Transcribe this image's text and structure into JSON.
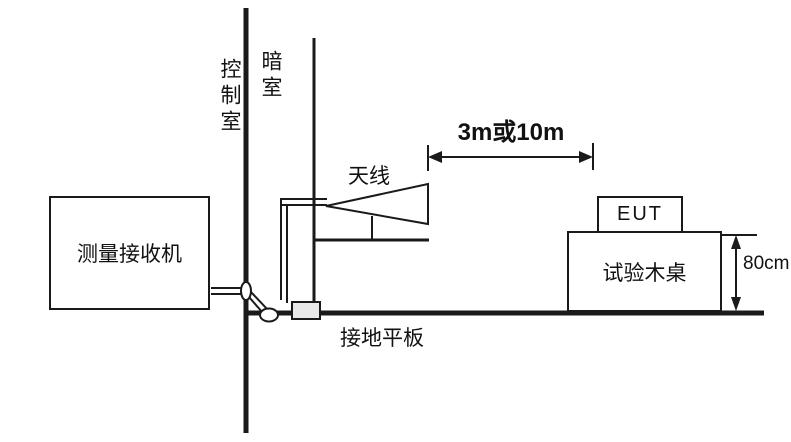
{
  "diagram": {
    "type": "EMC radiated measurement test setup schematic",
    "labels": {
      "control_room": "控制室",
      "chamber": "暗室",
      "receiver": "测量接收机",
      "antenna": "天线",
      "distance": "3m或10m",
      "eut": "EUT",
      "table": "试验木桌",
      "table_height": "80cm",
      "ground_plane": "接地平板"
    },
    "colors": {
      "line": "#1a1a1a",
      "background": "#ffffff"
    }
  }
}
